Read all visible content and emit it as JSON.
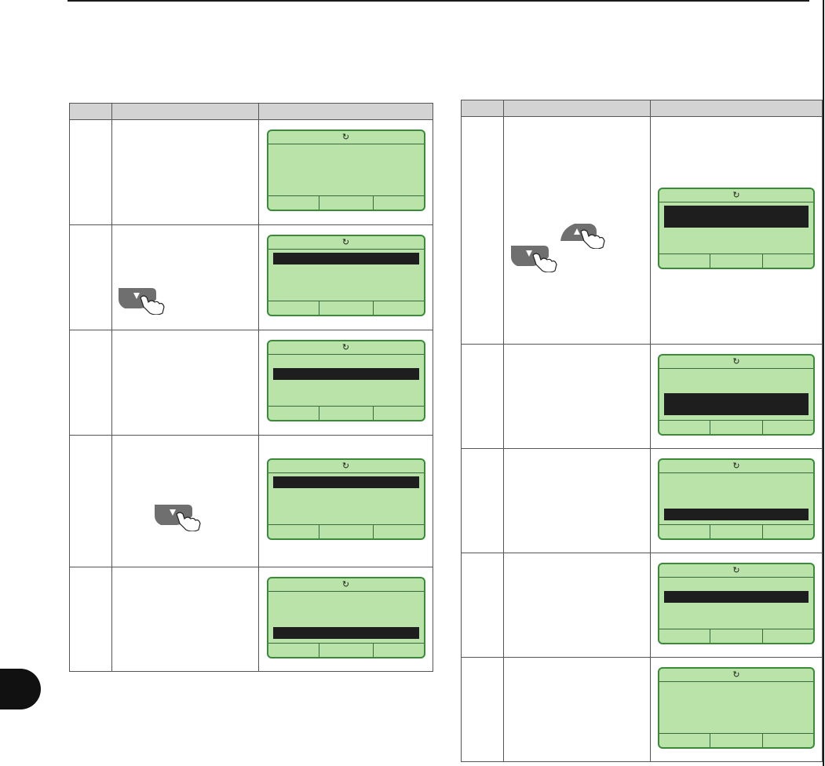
{
  "page": {
    "refresh_glyph": "↻"
  },
  "left_table": {
    "headers": [
      "",
      "",
      ""
    ],
    "rows": [
      {
        "display": {
          "bar": null
        },
        "button": null
      },
      {
        "display": {
          "bar": "row1"
        },
        "button": "down"
      },
      {
        "display": {
          "bar": "row2"
        },
        "button": null
      },
      {
        "display": {
          "bar": "row1"
        },
        "button": "down"
      },
      {
        "display": {
          "bar": "row4"
        },
        "button": null
      }
    ]
  },
  "right_table": {
    "headers": [
      "",
      "",
      ""
    ],
    "rows": [
      {
        "display": {
          "bar": "tall-top"
        },
        "buttons": [
          "down",
          "up"
        ]
      },
      {
        "display": {
          "bar": "tall-bottom"
        },
        "buttons": []
      },
      {
        "display": {
          "bar": "row4"
        },
        "buttons": []
      },
      {
        "display": {
          "bar": "row2"
        },
        "buttons": []
      },
      {
        "display": {
          "bar": null
        },
        "buttons": []
      }
    ]
  },
  "icons": {
    "down_key": "down-arrow-key-icon",
    "up_key": "up-arrow-key-icon",
    "refresh": "refresh-icon"
  },
  "colors": {
    "lcd_bg": "#b9e3a8",
    "lcd_border": "#3a8a3a",
    "header_bg": "#d3d3d3"
  }
}
